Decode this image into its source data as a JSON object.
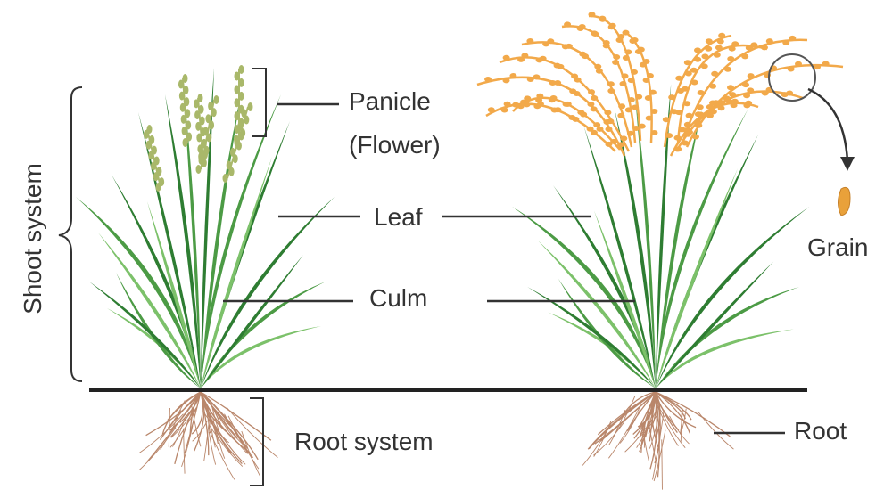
{
  "labels": {
    "panicle": "Panicle",
    "flower": "(Flower)",
    "leaf": "Leaf",
    "culm": "Culm",
    "grain": "Grain",
    "root": "Root",
    "root_system": "Root system",
    "shoot_system": "Shoot system"
  },
  "colors": {
    "dark_leaf": "#2e7d32",
    "light_leaf": "#7cc16a",
    "mid_leaf": "#4c9b45",
    "young_panicle": "#a9b86a",
    "mature_panicle": "#f2a94a",
    "grain": "#e9a13a",
    "root": "#b9866a",
    "ground": "#222222",
    "line": "#333333"
  }
}
